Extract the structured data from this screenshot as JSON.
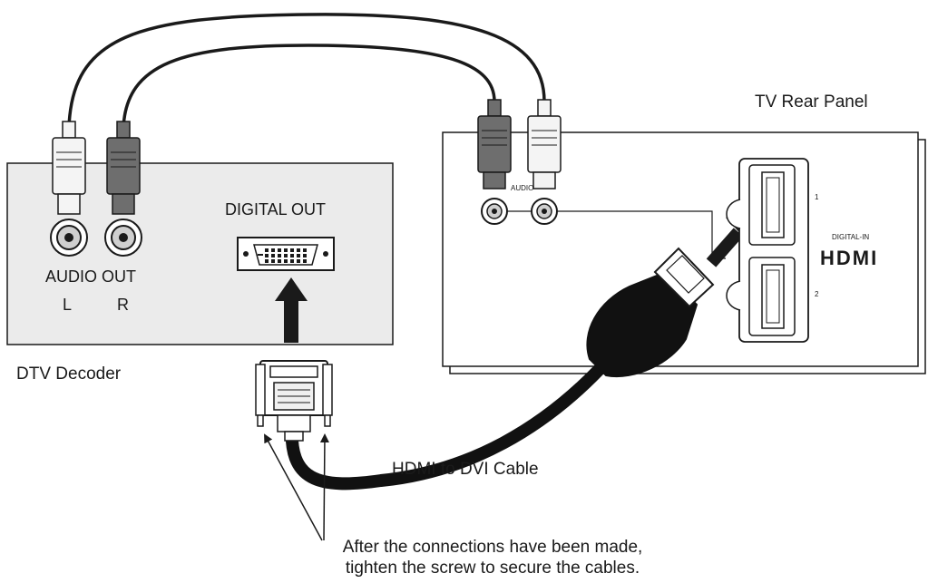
{
  "labels": {
    "tv_panel": "TV Rear Panel",
    "digital_out": "DIGITAL OUT",
    "audio_out": "AUDIO OUT",
    "audio_left": "L",
    "audio_right": "R",
    "decoder": "DTV Decoder",
    "cable": "HDMI to DVI Cable",
    "tv_audio": "AUDIO",
    "digital_in": "DIGITAL-IN",
    "hdmi_logo": "HDMI",
    "port_1": "1",
    "port_2": "2",
    "note_line1": "After the connections have been made,",
    "note_line2": "tighten the screw to secure the cables."
  },
  "colors": {
    "line": "#1a1a1a",
    "panel_fill": "#ebebeb",
    "plug_red": "#6e6e6e",
    "plug_white": "#f4f4f4",
    "cable": "#111111"
  }
}
